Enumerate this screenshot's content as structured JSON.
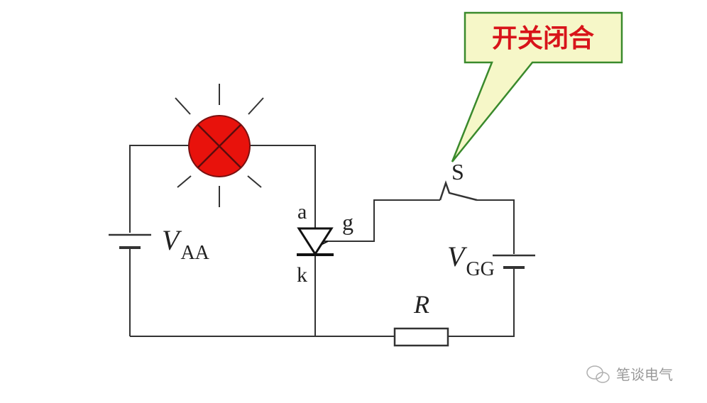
{
  "callout": {
    "text": "开关闭合"
  },
  "components": {
    "battery_main": {
      "symbol": "V",
      "subscript": "AA"
    },
    "battery_gate": {
      "symbol": "V",
      "subscript": "GG"
    },
    "resistor": {
      "label": "R"
    },
    "switch": {
      "label": "S",
      "state": "closed"
    },
    "thyristor": {
      "anode_label": "a",
      "cathode_label": "k",
      "gate_label": "g"
    },
    "lamp": {
      "state": "lit"
    }
  },
  "watermark": {
    "text": "笔谈电气"
  },
  "colors": {
    "wire": "#333333",
    "lamp_fill": "#e8120c",
    "callout_fill": "#f6f7c8",
    "callout_border": "#3a8a2c",
    "callout_text": "#d8141a"
  }
}
